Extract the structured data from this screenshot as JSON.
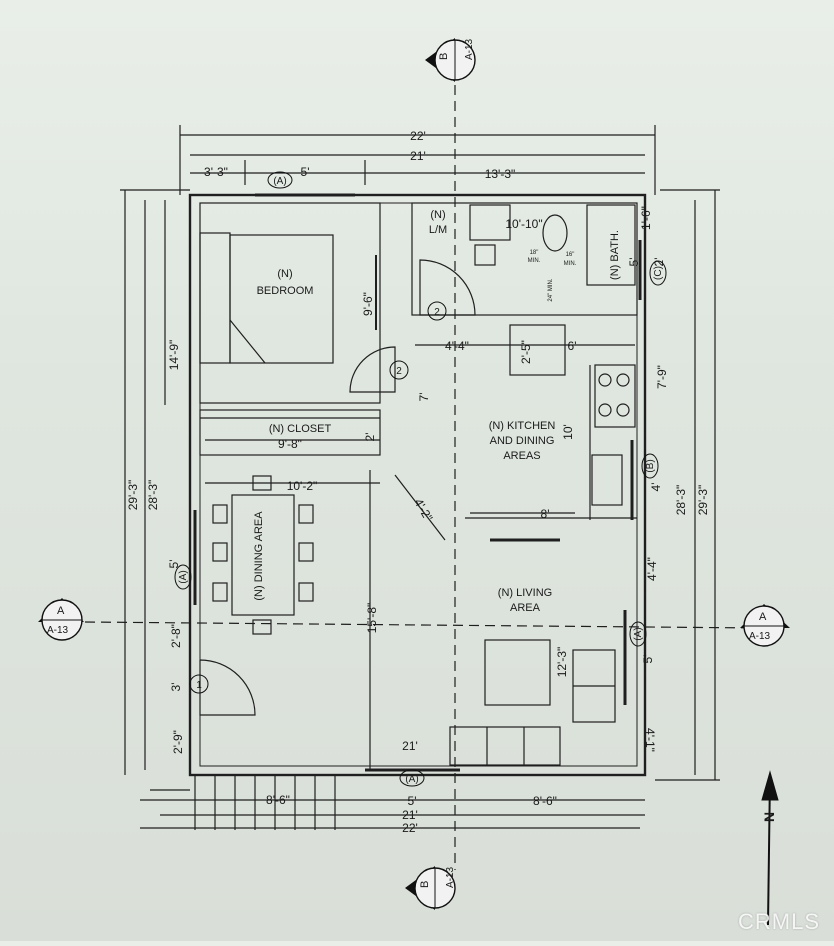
{
  "plan": {
    "rooms": {
      "bedroom": [
        "(N)",
        "BEDROOM"
      ],
      "closet": "(N)  CLOSET",
      "kitchen": [
        "(N)  KITCHEN",
        "AND DINING",
        "AREAS"
      ],
      "living": [
        "(N) LIVING",
        "AREA"
      ],
      "dining": "(N) DINING AREA",
      "bath": "(N) BATH.",
      "laundry": [
        "(N)",
        "L/M"
      ]
    },
    "dims": {
      "top_22": "22'",
      "top_21": "21'",
      "top_3_3": "3'-3\"",
      "top_5": "5'",
      "top_13_3": "13'-3\"",
      "bath_10_10": "10'-10\"",
      "bath_5": "5'",
      "bath_1_6": "1'-6\"",
      "bath_2": "2'",
      "bed_9_6": "9'-6\"",
      "hall_4_4": "4'-4\"",
      "hall_2_5": "2'-5\"",
      "hall_6": "6'",
      "hall_7": "7'",
      "closet_9_8": "9'-8\"",
      "closet_2": "2'",
      "dining_10_2": "10'-2\"",
      "diag_4_2": "4'-2\"",
      "kitchen_10": "10'",
      "kitchen_8": "8'",
      "kitchen_4": "4'",
      "right_7_9": "7'-9\"",
      "right_4_4": "4'-4\"",
      "right_5": "5'",
      "right_4_1": "4'-1\"",
      "right_28_3": "28'-3\"",
      "right_29_3": "29'-3\"",
      "left_29_3": "29'-3\"",
      "left_28_3": "28'-3\"",
      "left_14_9": "14'-9\"",
      "left_5": "5'",
      "left_2_8": "2'-8\"",
      "left_3": "3'",
      "left_2_9": "2'-9\"",
      "center_15_8": "15'-8\"",
      "living_12_3": "12'-3\"",
      "bottom_21": "21'",
      "bottom_8_6_left": "8'-6\"",
      "bottom_5": "5'",
      "bottom_8_6_right": "8'-6\"",
      "bottom_21b": "21'",
      "bottom_22": "22'"
    },
    "clearances": {
      "c18": "18\"",
      "c16": "16\"",
      "min": "MIN.",
      "c24": "24\" MIN."
    },
    "tags": {
      "a": "(A)",
      "b": "(B)",
      "c": "(C)",
      "door1": "1",
      "door2": "2"
    },
    "section_markers": {
      "top_letter": "B",
      "top_ref": "A-13",
      "bottom_letter": "B",
      "bottom_ref": "A-13",
      "left_letter": "A",
      "left_ref": "A-13",
      "right_letter": "A",
      "right_ref": "A-13"
    },
    "north": "N"
  },
  "watermark": "CRMLS"
}
